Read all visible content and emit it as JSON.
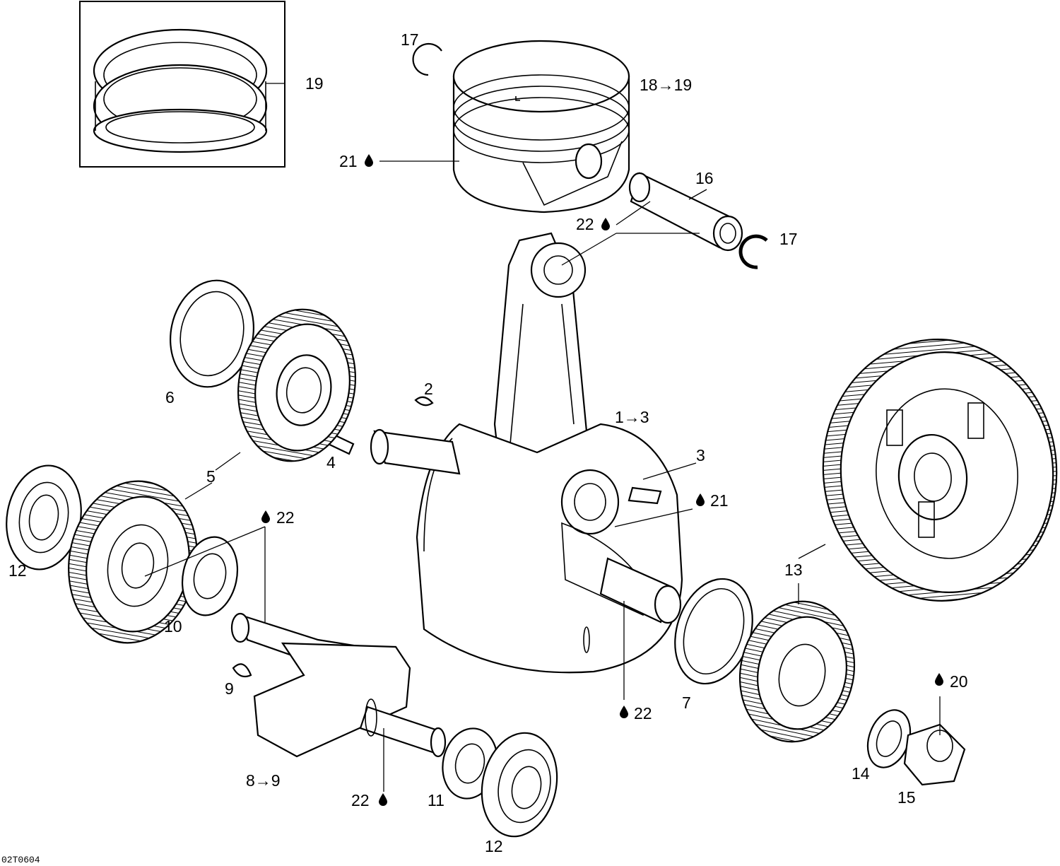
{
  "diagram": {
    "drawing_code": "02T0604",
    "callouts": {
      "c1": "1",
      "c1_target": "3",
      "c2": "2",
      "c3": "3",
      "c4": "4",
      "c5": "5",
      "c6": "6",
      "c7": "7",
      "c8": "8",
      "c8_target": "9",
      "c9": "9",
      "c10": "10",
      "c11": "11",
      "c12_left": "12",
      "c12_bottom": "12",
      "c13": "13",
      "c14": "14",
      "c15": "15",
      "c16": "16",
      "c17_top": "17",
      "c17_right": "17",
      "c18": "18",
      "c18_target": "19",
      "c19": "19",
      "c20": "20",
      "c21_piston": "21",
      "c21_crank": "21",
      "c22_pin": "22",
      "c22_gear": "22",
      "c22_crank": "22",
      "c22_shaft": "22"
    },
    "arrow_glyph": "→",
    "oil_icon": "oil-drop-icon"
  }
}
